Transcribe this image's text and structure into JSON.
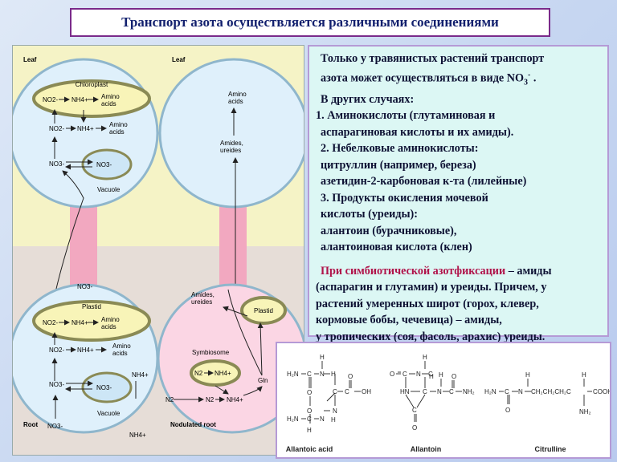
{
  "title": "Транспорт азота осуществляется различными соединениями",
  "diagram": {
    "leaf_label_left": "Leaf",
    "leaf_label_right": "Leaf",
    "chloroplast": "Chloroplast",
    "no2": "NO2-",
    "nh4": "NH4+",
    "no3": "NO3-",
    "amino_acids": "Amino acids",
    "amino_acids_l1": "Amino",
    "amino_acids_l2": "acids",
    "vacuole": "Vacuole",
    "amides_ureides_l1": "Amides,",
    "amides_ureides_l2": "ureides",
    "amides_ureides_root_l1": "Amides,",
    "amides_ureides_root_l2": "ureides",
    "plastid": "Plastid",
    "symbiosome": "Symbiosome",
    "n2": "N2",
    "gln": "Gln",
    "root_label": "Root",
    "nodulated_root_label": "Nodulated root"
  },
  "text_box": {
    "lines": [
      "Только у травянистых растений транспорт",
      "азота может осуществляться в виде NO",
      "В других случаях:",
      "1. Аминокислоты (глутаминовая и",
      "аспарагиновая кислоты и их амиды).",
      "2. Небелковые аминокислоты:",
      "цитруллин (например, береза)",
      "азетидин-2-карбоновая к-та (лилейные)",
      "3. Продукты окисления мочевой",
      "кислоты (уреиды):",
      "алантоин (бурачниковые),",
      "алантоиновая кислота (клен)"
    ],
    "no3_sub": "3",
    "no3_sup": "-",
    "no3_end": " .",
    "para2_accent": "При симбиотической азотфиксации",
    "para2_lines": [
      " – амиды",
      "(аспарагин и глутамин) и уреиды. Причем, у",
      "растений умеренных широт (горох, клевер,",
      "кормовые бобы, чечевица) – амиды,",
      "у тропических (соя, фасоль, арахис)  уреиды."
    ]
  },
  "formulas": {
    "names": [
      "Allantoic acid",
      "Allantoin",
      "Citrulline"
    ]
  },
  "colors": {
    "title_text": "#12206e",
    "border_purple": "#7a2a8a",
    "leaf_bg": "#f5f3c6",
    "root_bg": "#e6ddd7",
    "cell_fill": "#dff0fb",
    "plastid_fill": "#f8f4b8",
    "stem_pink": "#f2a8c0",
    "nodule_fill": "#fbd6e4",
    "text_box_bg": "#dcf7f4",
    "accent_red": "#b0134a"
  }
}
